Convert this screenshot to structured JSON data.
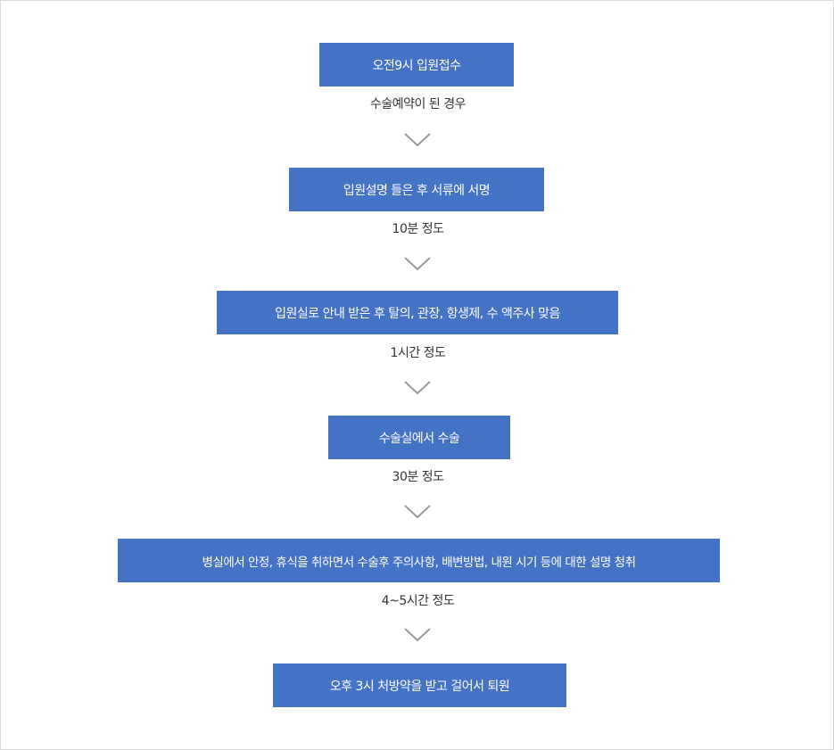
{
  "colors": {
    "box_fill": "#4472c4",
    "box_text": "#ffffff",
    "note_text": "#333333",
    "arrow": "#9a9a9a",
    "frame_border": "#d9d9d9"
  },
  "arrow_icon": "chevron-down-icon",
  "steps": [
    {
      "label": "오전9시 입원접수",
      "note": "수술예약이 된 경우"
    },
    {
      "label": "입원설명 들은 후 서류에 서명",
      "note": "10분 정도"
    },
    {
      "label": "입원실로 안내 받은 후 탈의, 관장, 항생제, 수 액주사 맞음",
      "note": "1시간 정도"
    },
    {
      "label": "수술실에서 수술",
      "note": "30분 정도"
    },
    {
      "label": "병실에서 안정, 휴식을 취하면서 수술후 주의사항, 배변방법, 내원 시기 등에 대한 설명 청취",
      "note": "4~5시간 정도"
    },
    {
      "label": "오후 3시 처방약을 받고 걸어서 퇴원"
    }
  ]
}
